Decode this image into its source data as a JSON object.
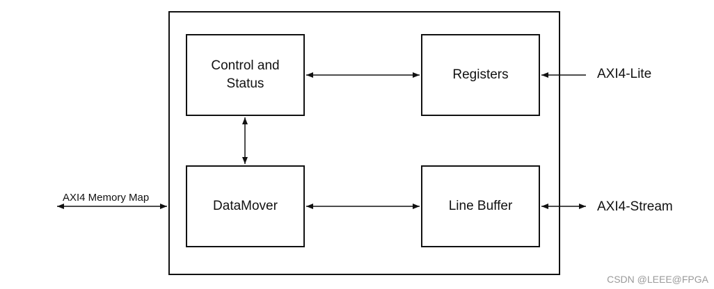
{
  "blocks": {
    "control_status": "Control and\nStatus",
    "registers": "Registers",
    "datamover": "DataMover",
    "line_buffer": "Line Buffer"
  },
  "interfaces": {
    "axi_lite": "AXI4-Lite",
    "axi_stream": "AXI4-Stream",
    "axi_memory_map": "AXI4 Memory Map"
  },
  "watermark": "CSDN @LEEE@FPGA"
}
